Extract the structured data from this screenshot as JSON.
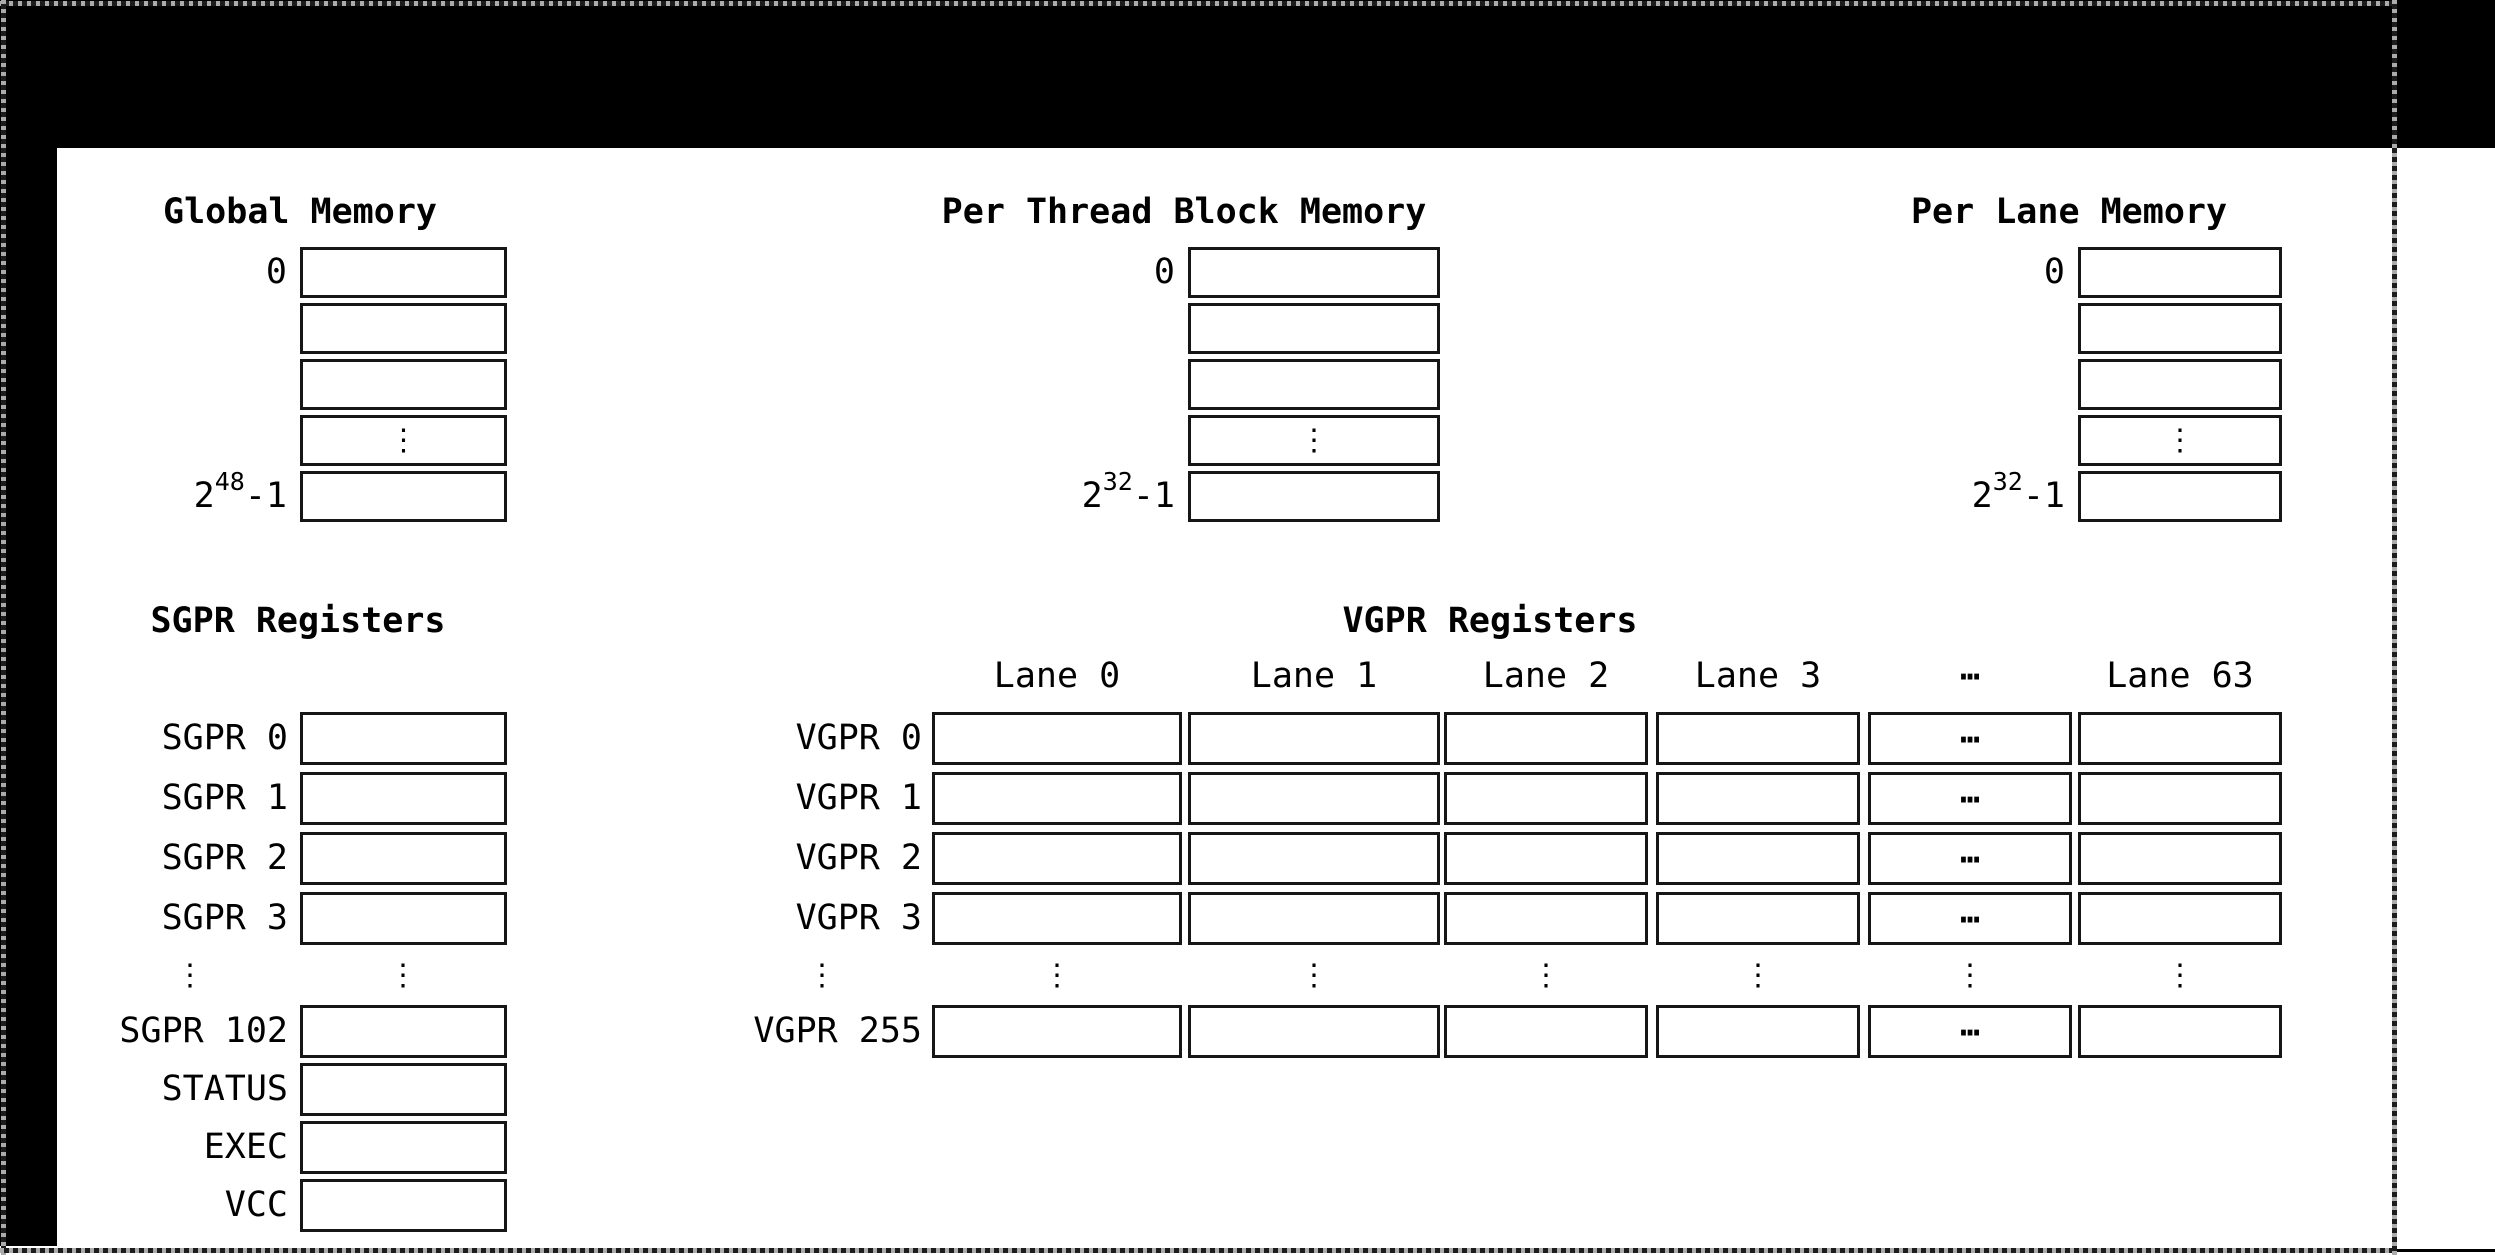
{
  "frame": {
    "background_color": "#000000",
    "figure_color": "#ffffff",
    "marquee_dash_color": "#ababab",
    "marquee_gap_color": "#1c1c1c"
  },
  "symbols": {
    "vdots": "⋮",
    "cdots": "⋯"
  },
  "memory_sections": [
    {
      "title": "Global Memory",
      "start_label": "0",
      "end_base": "2",
      "end_sup": "48",
      "end_suffix": "-1"
    },
    {
      "title": "Per Thread Block Memory",
      "start_label": "0",
      "end_base": "2",
      "end_sup": "32",
      "end_suffix": "-1"
    },
    {
      "title": "Per Lane Memory",
      "start_label": "0",
      "end_base": "2",
      "end_sup": "32",
      "end_suffix": "-1"
    }
  ],
  "sgpr": {
    "title": "SGPR Registers",
    "row_labels": [
      "SGPR 0",
      "SGPR 1",
      "SGPR 2",
      "SGPR 3"
    ],
    "row_labels_bottom": [
      "SGPR 102",
      "STATUS",
      "EXEC",
      "VCC"
    ]
  },
  "vgpr": {
    "title": "VGPR Registers",
    "lane_headers": [
      "Lane 0",
      "Lane 1",
      "Lane 2",
      "Lane 3",
      "⋯",
      "Lane 63"
    ],
    "row_labels": [
      "VGPR 0",
      "VGPR 1",
      "VGPR 2",
      "VGPR 3"
    ],
    "bottom_row_label": "VGPR 255"
  }
}
